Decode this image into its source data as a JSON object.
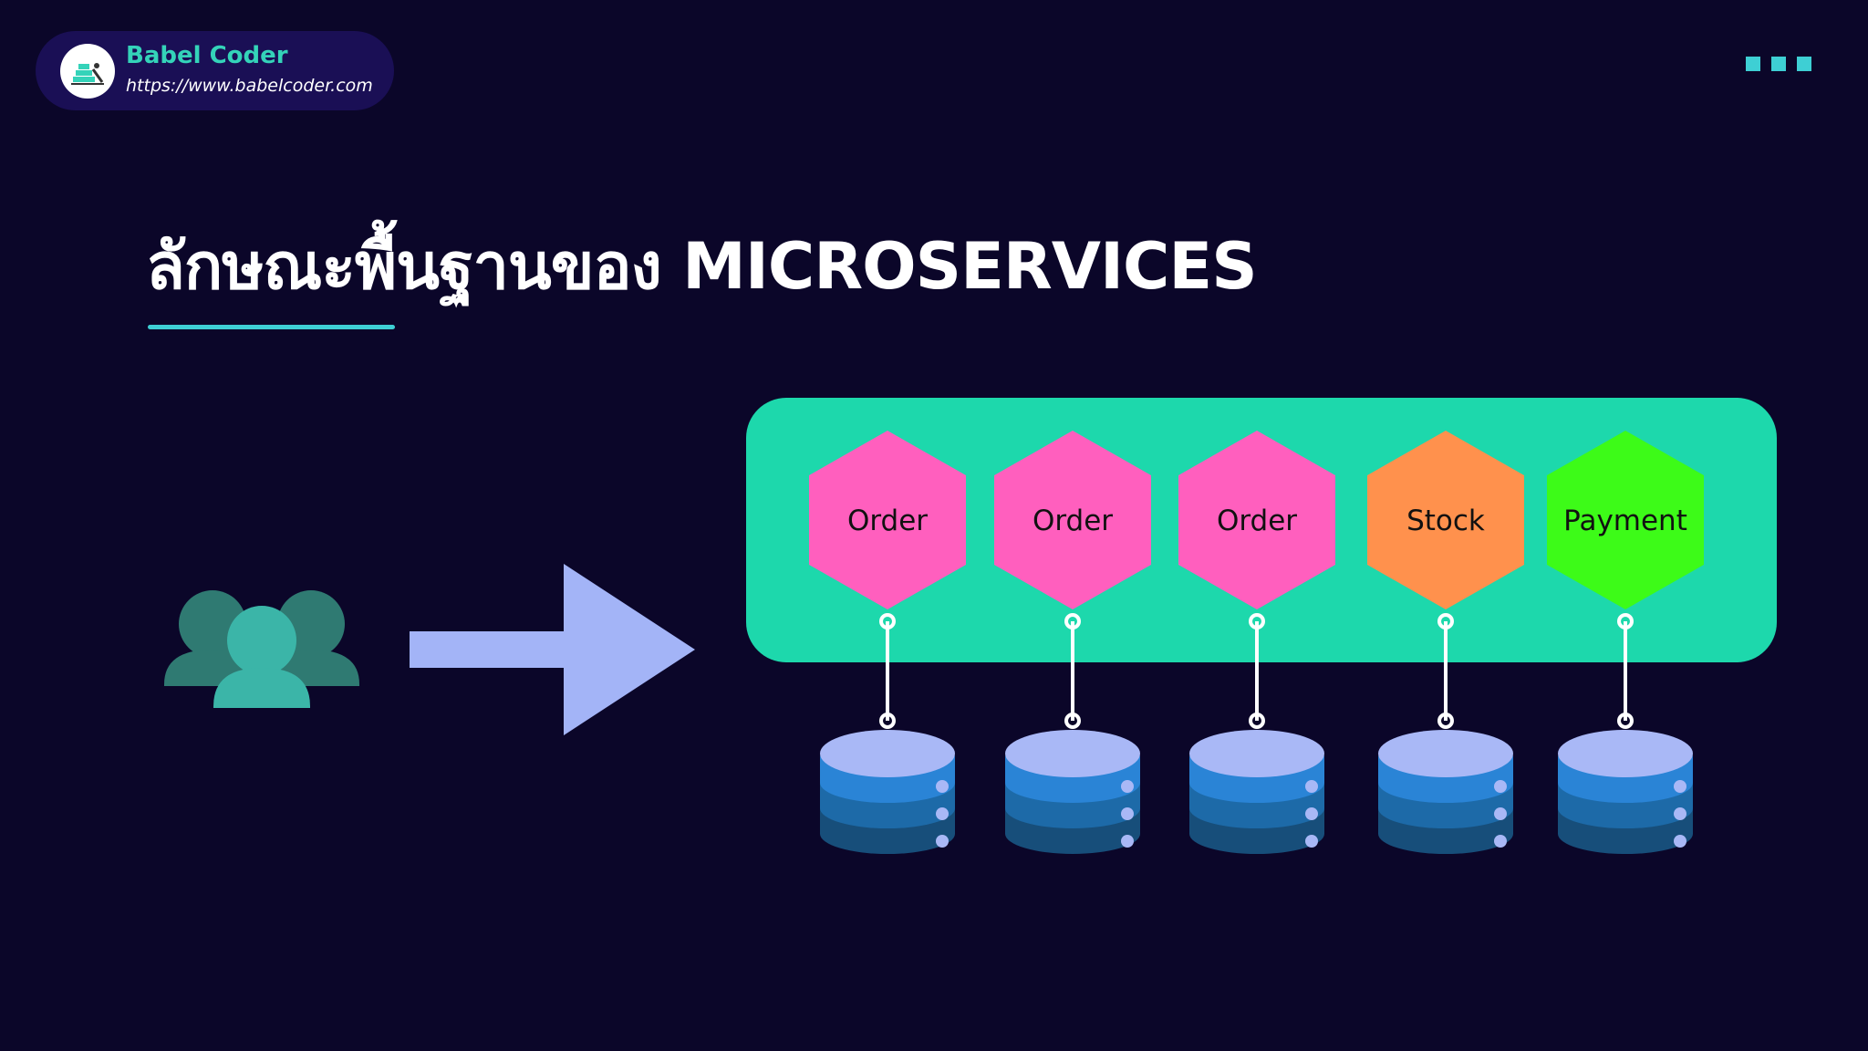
{
  "brand": {
    "name": "Babel Coder",
    "url": "https://www.babelcoder.com"
  },
  "title": "ลักษณะพื้นฐานของ MICROSERVICES",
  "colors": {
    "background": "#0b0629",
    "accent": "#3ecfd4",
    "container": "#1dd8ac",
    "arrow": "#a3b4f7",
    "order": "#ff5fbe",
    "stock": "#ff914d",
    "payment": "#3dfb18",
    "users": "#2f7a72"
  },
  "diagram": {
    "icons": [
      "users-icon",
      "right-arrow-icon",
      "database-icon"
    ],
    "services": [
      {
        "label": "Order",
        "color": "#ff5fbe"
      },
      {
        "label": "Order",
        "color": "#ff5fbe"
      },
      {
        "label": "Order",
        "color": "#ff5fbe"
      },
      {
        "label": "Stock",
        "color": "#ff914d"
      },
      {
        "label": "Payment",
        "color": "#3dfb18"
      }
    ]
  }
}
